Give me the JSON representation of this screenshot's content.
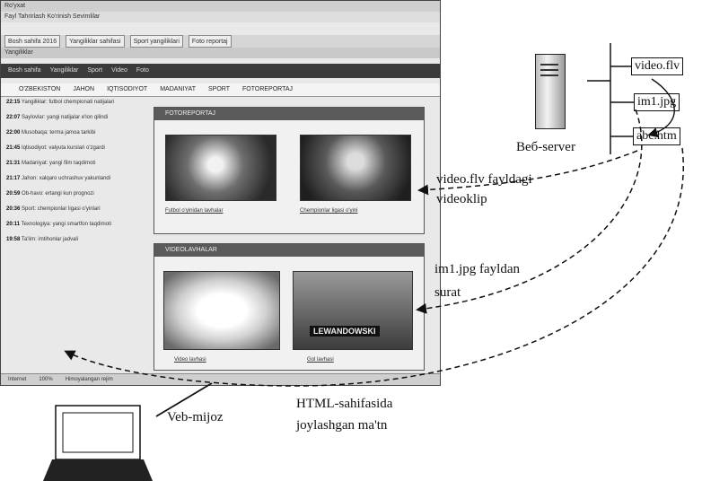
{
  "browser": {
    "title": "Ro'yxat",
    "menu": "Fayl  Tahrirlash  Ko'rinish  Sevimlilar",
    "favorites": [
      "Bosh sahifa 2016",
      "Yangiliklar sahifasi",
      "Sport yangiliklari",
      "Foto reportaj"
    ],
    "tab": "Yangiliklar"
  },
  "site": {
    "nav": [
      "Bosh sahifa",
      "Yangiliklar",
      "Sport",
      "Video",
      "Foto"
    ],
    "categories": [
      "O'ZBEKISTON",
      "JAHON",
      "IQTISODIYOT",
      "MADANIYAT",
      "SPORT",
      "FOTOREPORTAJ"
    ],
    "news": [
      {
        "time": "22:15",
        "text": "Yangiliklar: futbol chempionati natijalari"
      },
      {
        "time": "22:07",
        "text": "Saylovlar: yangi natijalar e'lon qilindi"
      },
      {
        "time": "22:00",
        "text": "Musobaqa: terma jamoa tarkibi"
      },
      {
        "time": "21:45",
        "text": "Iqtisodiyot: valyuta kurslari o'zgardi"
      },
      {
        "time": "21:31",
        "text": "Madaniyat: yangi film taqdimoti"
      },
      {
        "time": "21:17",
        "text": "Jahon: xalqaro uchrashuv yakunlandi"
      },
      {
        "time": "20:59",
        "text": "Ob-havo: ertangi kun prognozi"
      },
      {
        "time": "20:36",
        "text": "Sport: chempionlar ligasi o'yinlari"
      },
      {
        "time": "20:11",
        "text": "Texnologiya: yangi smartfon taqdimoti"
      },
      {
        "time": "19:58",
        "text": "Ta'lim: imtihonlar jadvali"
      }
    ],
    "photo_panel": "FOTOREPORTAJ",
    "photo_captions": [
      "Futbol o'yinidan lavhalar",
      "Chempionlar ligasi o'yini"
    ],
    "video_panel": "VIDEOLAVHALAR",
    "video_banner": "LEWANDOWSKI",
    "video_captions": [
      "Video lavhasi",
      "Gol lavhasi"
    ],
    "status": [
      "Internet",
      "100%",
      "Himoyalangan rejim"
    ]
  },
  "diagram": {
    "server_label": "Веб-server",
    "files": [
      "video.flv",
      "im1.jpg",
      "abc.htm"
    ],
    "annotations": {
      "video_line1": "video.flv fayldagi",
      "video_line2": "videoklip",
      "image_line1": "im1.jpg fayldan",
      "image_line2": "surat",
      "html_line1": "HTML-sahifasida",
      "html_line2": "joylashgan ma'tn"
    },
    "client_label": "Veb-mijoz"
  }
}
